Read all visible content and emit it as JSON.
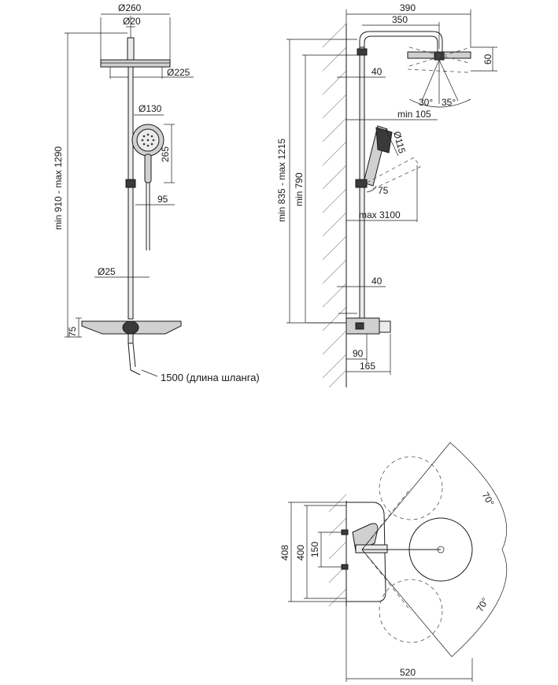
{
  "front_view": {
    "head_outer_diameter": "Ø260",
    "arm_diameter": "Ø20",
    "head_inner_diameter": "Ø225",
    "hand_shower_diameter": "Ø130",
    "hand_shower_length": "265",
    "holder_offset": "95",
    "pipe_diameter": "Ø25",
    "height_range": "min 910 - max 1290",
    "mixer_height": "75",
    "hose_length": "1500 (длина шланга)"
  },
  "side_view": {
    "total_reach": "390",
    "arm_reach": "350",
    "head_height": "60",
    "top_clearance": "40",
    "tilt_left": "30°",
    "tilt_right": "35°",
    "min_reach": "min 105",
    "hand_shower_diameter": "Ø115",
    "holder_angle": "75",
    "outer_range": "min 835 - max 1215",
    "min_height": "min 790",
    "max_spread": "max 3100",
    "bottom_clearance": "40",
    "mixer_depth": "90",
    "mixer_total_depth": "165"
  },
  "top_view": {
    "swing_angle_top": "70°",
    "swing_angle_bottom": "70°",
    "total_depth": "408",
    "body_depth": "400",
    "mount_spacing": "150",
    "swing_width": "520"
  }
}
